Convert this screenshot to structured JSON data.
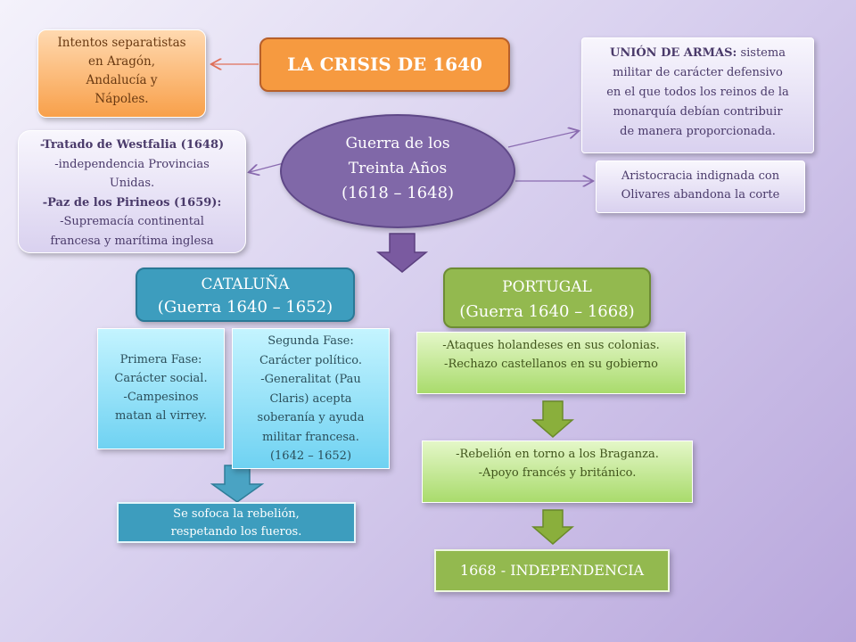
{
  "title": "LA  CRISIS DE 1640",
  "separatism": [
    "Intentos separatistas",
    "en Aragón,",
    "Andalucía y",
    "Nápoles."
  ],
  "union": {
    "bold": "UNIÓN DE ARMAS:",
    "lines": [
      " sistema",
      "militar de carácter defensivo",
      "en el que todos los reinos de la",
      "monarquía debían contribuir",
      "de manera proporcionada."
    ]
  },
  "war": {
    "line1": "Guerra de los",
    "line2": "Treinta Años",
    "line3": "(1618 – 1648)"
  },
  "treaties": {
    "bold1": "-Tratado de Westfalia (1648)",
    "l2": "-independencia Provincias",
    "l3": "Unidas.",
    "bold2": "-Paz de los Pirineos (1659):",
    "l5": "-Supremacía continental",
    "l6": "francesa y marítima inglesa"
  },
  "aristocracy": [
    "Aristocracia indignada con",
    "Olivares abandona la corte"
  ],
  "catalonia": {
    "name": "CATALUÑA",
    "dates": "(Guerra 1640 – 1652)"
  },
  "portugal": {
    "name": "PORTUGAL",
    "dates": "(Guerra 1640 – 1668)"
  },
  "phase1": [
    "Primera Fase:",
    "Carácter social.",
    "-Campesinos",
    "matan al virrey."
  ],
  "phase2": [
    "Segunda Fase:",
    "Carácter político.",
    "-Generalitat (Pau",
    "Claris) acepta",
    "soberanía y ayuda",
    "militar francesa.",
    "(1642 – 1652)"
  ],
  "suppressed": [
    "Se sofoca la rebelión,",
    "respetando los fueros."
  ],
  "portugal_causes": [
    "-Ataques holandeses en sus colonias.",
    "-Rechazo castellanos en su gobierno"
  ],
  "braganza": [
    "-Rebelión en torno a los Braganza.",
    "-Apoyo francés y británico."
  ],
  "independence": "1668 - INDEPENDENCIA",
  "colors": {
    "orange": "#f69a40",
    "purple": "#8068a8",
    "teal": "#3d9dbe",
    "green": "#93b94f",
    "arrow_purple": "#7a5aa0",
    "arrow_green": "#8aaf3c",
    "arrow_teal": "#4aa3c3"
  }
}
